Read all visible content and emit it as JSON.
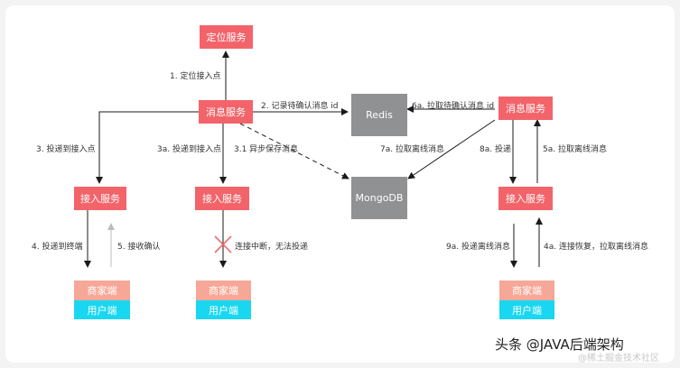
{
  "nodes": {
    "locate_service": "定位服务",
    "message_service_left": "消息服务",
    "message_service_right": "消息服务",
    "redis": "Redis",
    "mongodb": "MongoDB",
    "access_service_1": "接入服务",
    "access_service_2": "接入服务",
    "access_service_3": "接入服务",
    "merchant_1": "商家端",
    "merchant_2": "商家端",
    "merchant_3": "商家端",
    "user_1": "用户端",
    "user_2": "用户端",
    "user_3": "用户端"
  },
  "labels": {
    "locate_access": "1. 定位接入点",
    "record_pending": "2. 记录待确认消息 id",
    "deliver_access": "3. 投递到接入点",
    "deliver_access_3a": "3a. 投递到接入点",
    "async_save": "3.1 异步保存消息",
    "deliver_terminal": "4. 投递到终端",
    "receive_ack": "5. 接收确认",
    "connection_broken": "连接中断，无法投递",
    "pull_pending": "6a. 拉取待确认消息 id",
    "pull_offline_7a": "7a. 拉取离线消息",
    "deliver_8a": "8a. 投递",
    "pull_offline_5a": "5a. 拉取离线消息",
    "deliver_offline_9a": "9a. 投递离线消息",
    "reconnect_4a": "4a. 连接恢复，拉取离线消息"
  },
  "colors": {
    "service": "#f2646a",
    "storage": "#8f9192",
    "merchant": "#f6a797",
    "user": "#19d7f0",
    "edge": "#1a1a1a",
    "edge_faint": "#bbbbbb",
    "broken": "#f26b6b"
  },
  "watermark": "头条 @JAVA后端架构",
  "watermark_faint": "@稀土掘金技术社区"
}
